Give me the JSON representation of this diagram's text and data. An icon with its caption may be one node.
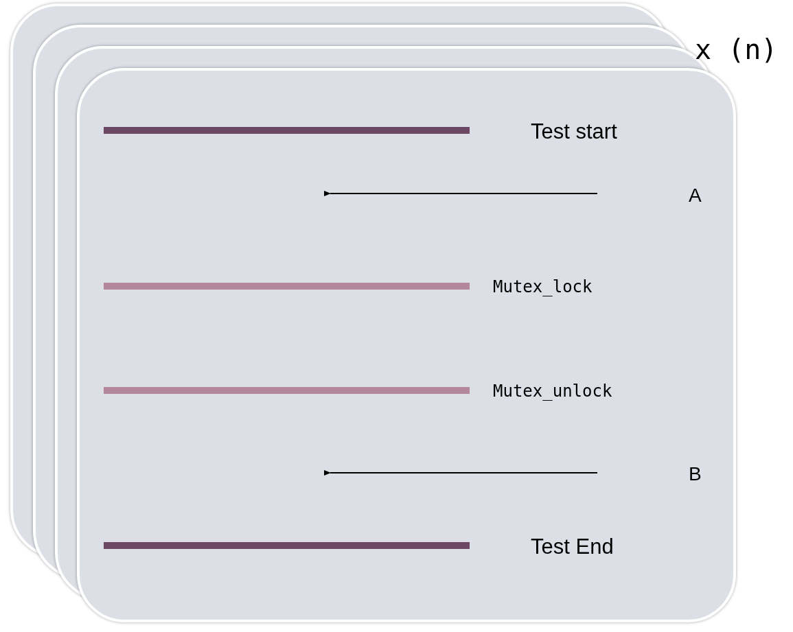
{
  "diagram": {
    "labels": [
      "x (n)",
      "Test start",
      "A",
      "Mutex_lock",
      "Mutex_unlock",
      "B",
      "Test End"
    ]
  }
}
